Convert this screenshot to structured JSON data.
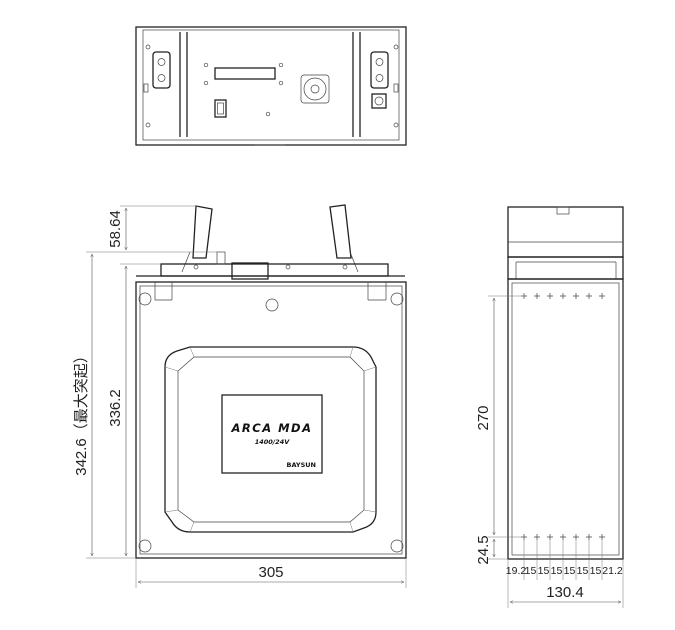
{
  "dimensions": {
    "top_protrusion": "58.64",
    "height_max": "342.6（最大突起）",
    "height_body": "336.2",
    "width_front": "305",
    "side_height": "270",
    "side_bottom": "24.5",
    "side_depth": "130.4",
    "pitch_labels": [
      "19.2",
      "15",
      "15",
      "15",
      "15",
      "15",
      "15",
      "21.2"
    ]
  },
  "label_panel": {
    "product_name": "ARCA MDA",
    "model": "1400/24V",
    "brand": "BAYSUN"
  }
}
